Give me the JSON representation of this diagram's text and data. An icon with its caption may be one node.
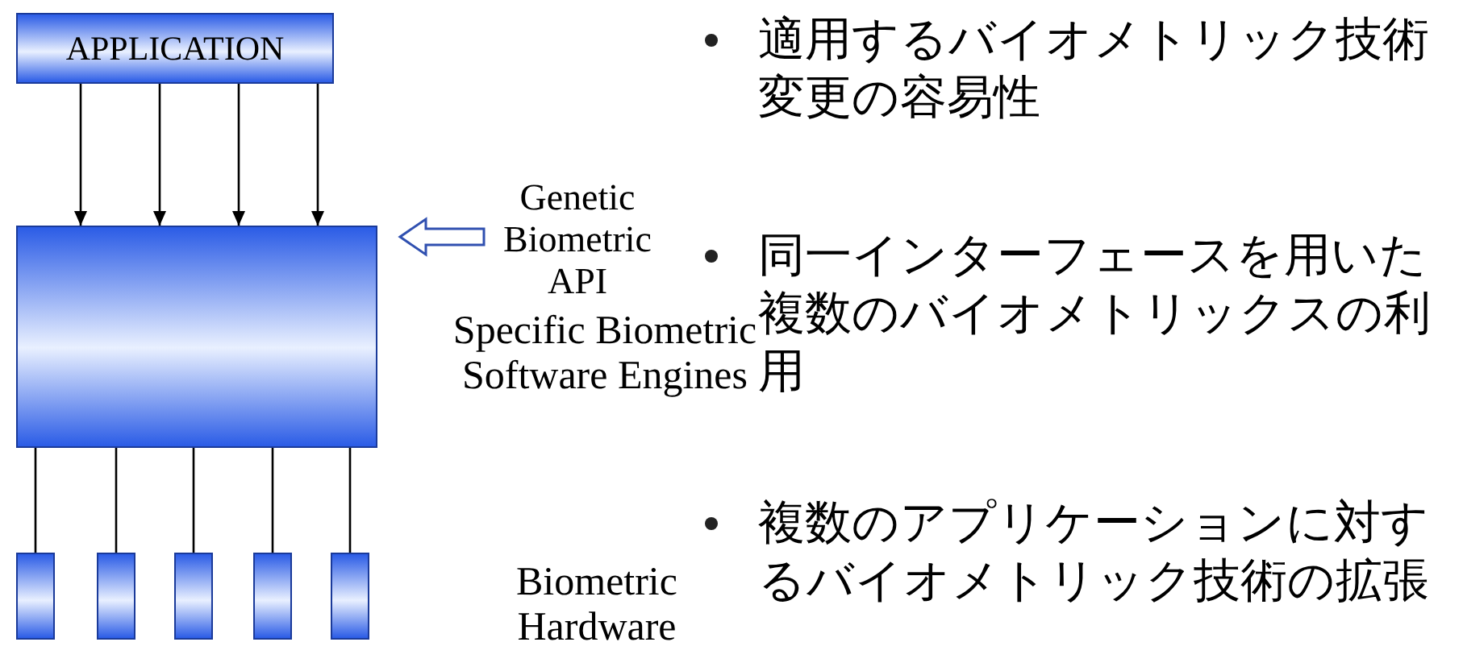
{
  "diagram": {
    "nodes": [
      {
        "text": [
          "APPLICATION"
        ]
      },
      {
        "text": [],
        "shape": "box"
      },
      {
        "text": [],
        "shape": "box"
      },
      {
        "text": [],
        "shape": "box"
      },
      {
        "text": [],
        "shape": "box"
      },
      {
        "text": [],
        "shape": "box"
      },
      {
        "text": [],
        "shape": "box"
      }
    ],
    "edges": [
      {
        "from": 0,
        "to": 1,
        "arrow": "to"
      },
      {
        "from": 0,
        "to": 1,
        "arrow": "to"
      },
      {
        "from": 0,
        "to": 1,
        "arrow": "to"
      },
      {
        "from": 0,
        "to": 1,
        "arrow": "to"
      },
      {
        "from": 1,
        "to": 2,
        "arrow": "none"
      },
      {
        "from": 1,
        "to": 3,
        "arrow": "none"
      },
      {
        "from": 1,
        "to": 4,
        "arrow": "none"
      },
      {
        "from": 1,
        "to": 5,
        "arrow": "none"
      },
      {
        "from": 1,
        "to": 6,
        "arrow": "none"
      }
    ],
    "labels": [
      "Genetic Biometric API",
      "Specific Biometric Software Engines",
      "Biometric Hardware",
      "適用するバイオメトリック技術変更の容易性",
      "同一インターフェースを用いた複数のバイオメトリックスの利用",
      "複数のアプリケーションに対するバイオメトリック技術の拡張"
    ]
  }
}
